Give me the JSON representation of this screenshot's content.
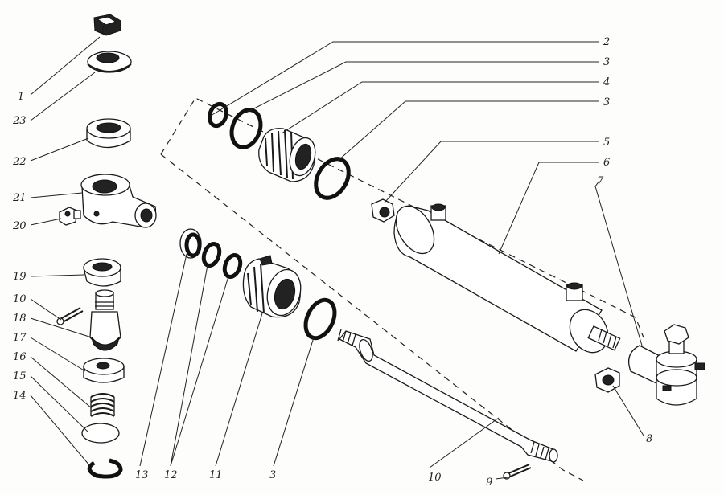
{
  "callouts": {
    "c1": "1",
    "c2": "2",
    "c3a": "3",
    "c3b": "3",
    "c3c": "3",
    "c4": "4",
    "c5": "5",
    "c6": "6",
    "c7": "7",
    "c8": "8",
    "c9": "9",
    "c10a": "10",
    "c10b": "10",
    "c11": "11",
    "c12": "12",
    "c13": "13",
    "c14": "14",
    "c15": "15",
    "c16": "16",
    "c17": "17",
    "c18": "18",
    "c19": "19",
    "c20": "20",
    "c21": "21",
    "c22": "22",
    "c23": "23"
  }
}
